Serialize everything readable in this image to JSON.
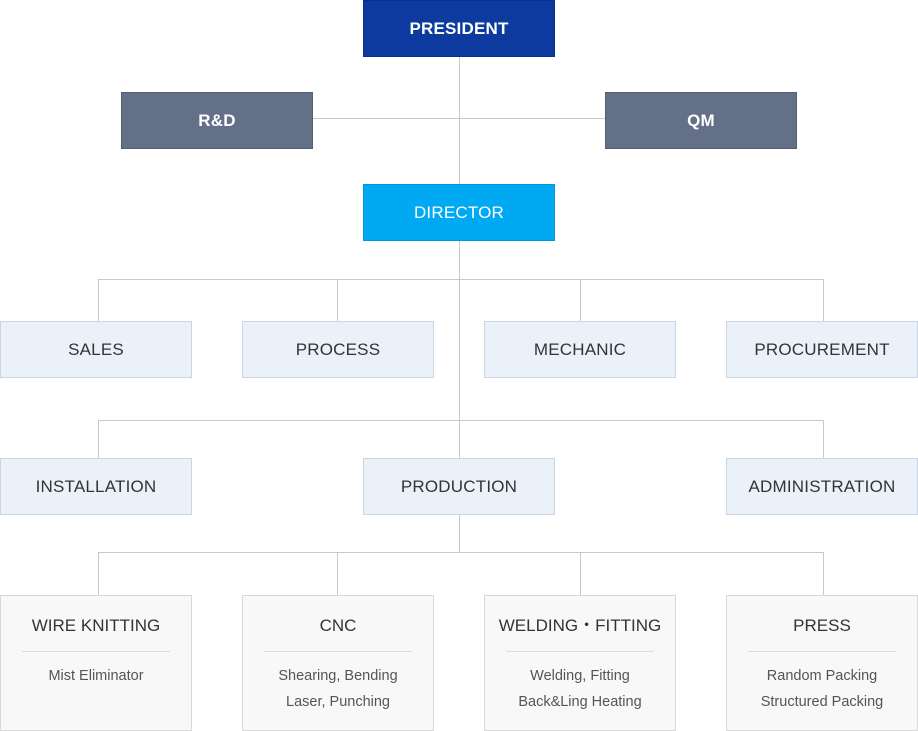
{
  "top": {
    "president": "PRESIDENT",
    "rd": "R&D",
    "qm": "QM",
    "director": "DIRECTOR"
  },
  "departments": [
    "SALES",
    "PROCESS",
    "MECHANIC",
    "PROCUREMENT"
  ],
  "operations": [
    "INSTALLATION",
    "PRODUCTION",
    "ADMINISTRATION"
  ],
  "units": [
    {
      "title": "WIRE KNITTING",
      "items": [
        "Mist Eliminator"
      ]
    },
    {
      "title": "CNC",
      "items": [
        "Shearing, Bending",
        "Laser, Punching"
      ]
    },
    {
      "title": "WELDING・FITTING",
      "items": [
        "Welding, Fitting",
        "Back&Ling Heating"
      ]
    },
    {
      "title": "PRESS",
      "items": [
        "Random Packing",
        "Structured Packing"
      ]
    }
  ],
  "colors": {
    "president": "#0d3a9e",
    "staff": "#647087",
    "director": "#00a9f2",
    "department": "#eaf1f9",
    "unit": "#f8f8f8",
    "connector": "#c9c9c9"
  }
}
